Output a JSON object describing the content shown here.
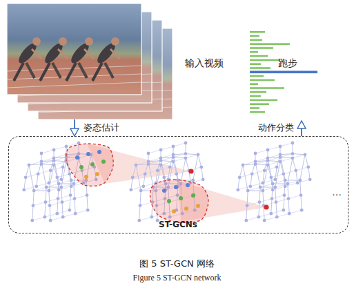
{
  "diagram": {
    "caption": "图 5 ST-GCN 网络",
    "nodes": [
      {
        "text": [
          "输入视频"
        ]
      },
      {
        "text": [
          "跑步"
        ]
      },
      {
        "text": [
          "ST-GCNs"
        ]
      }
    ],
    "edges": [
      {
        "from": 0,
        "to": 2,
        "label": "姿态估计",
        "arrow": "to"
      },
      {
        "from": 2,
        "to": 1,
        "label": "动作分类",
        "arrow": "to"
      }
    ],
    "labels": [
      "Figure 5 ST-GCN network",
      "…"
    ]
  }
}
